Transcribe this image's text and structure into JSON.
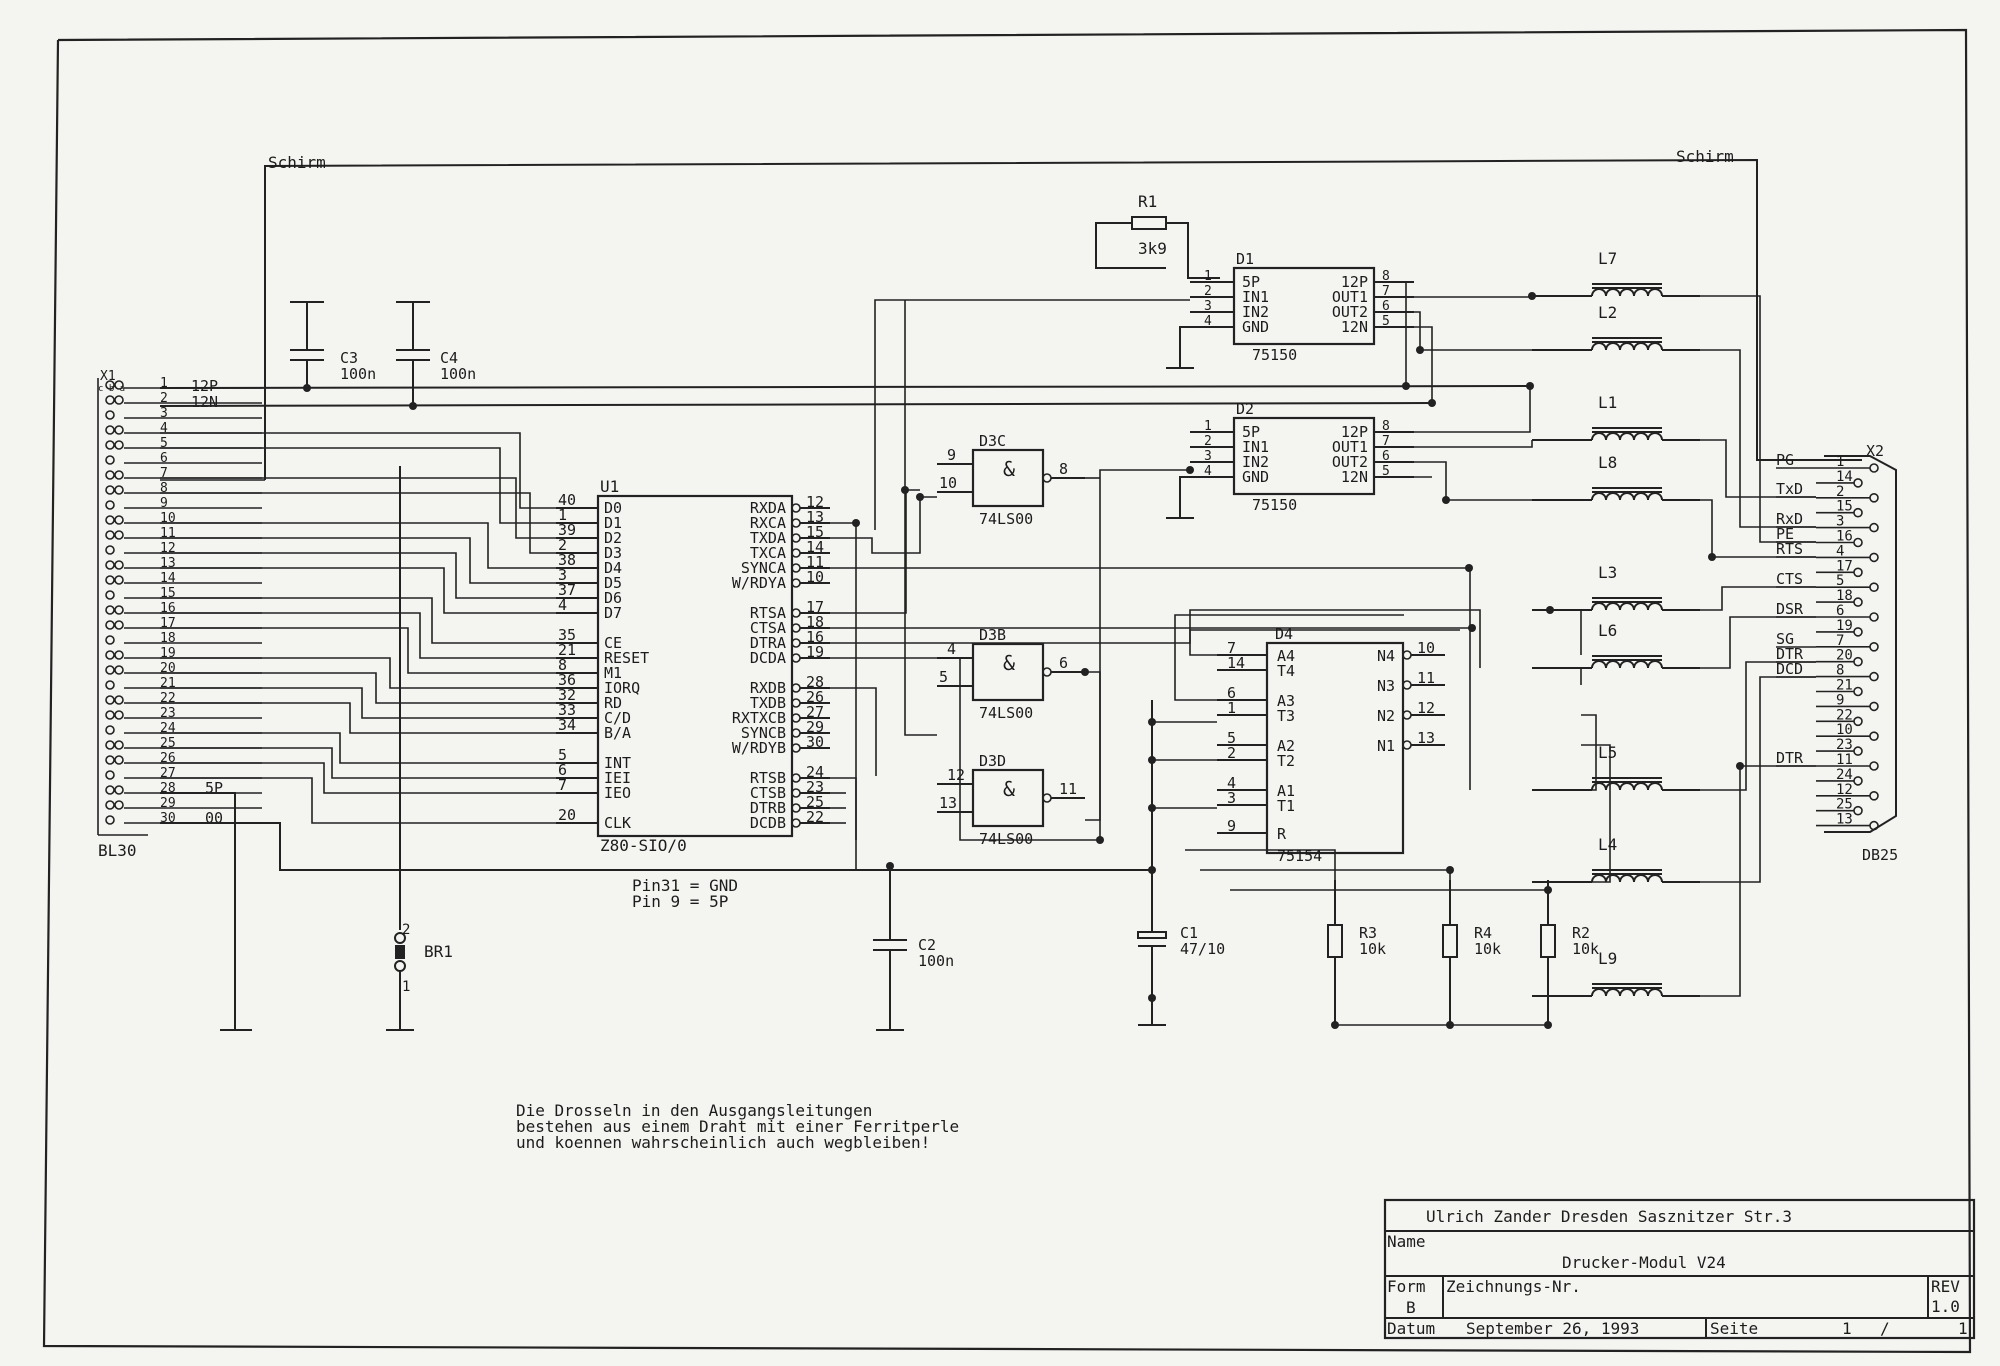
{
  "labels": {
    "shield_left": "Schirm",
    "shield_right": "Schirm",
    "x1_name": "X1",
    "x1_type": "BL30",
    "x1_abc": "c b a",
    "x2_name": "X2",
    "x2_type": "DB25",
    "net_12p": "12P",
    "net_12n": "12N",
    "net_5p": "5P",
    "net_00": "00"
  },
  "x1_pins": [
    "1",
    "2",
    "3",
    "4",
    "5",
    "6",
    "7",
    "8",
    "9",
    "10",
    "11",
    "12",
    "13",
    "14",
    "15",
    "16",
    "17",
    "18",
    "19",
    "20",
    "21",
    "22",
    "23",
    "24",
    "25",
    "26",
    "27",
    "28",
    "29",
    "30"
  ],
  "u1": {
    "ref": "U1",
    "part": "Z80-SIO/0",
    "left_pins": [
      {
        "num": "40",
        "name": "D0"
      },
      {
        "num": "1",
        "name": "D1"
      },
      {
        "num": "39",
        "name": "D2"
      },
      {
        "num": "2",
        "name": "D3"
      },
      {
        "num": "38",
        "name": "D4"
      },
      {
        "num": "3",
        "name": "D5"
      },
      {
        "num": "37",
        "name": "D6"
      },
      {
        "num": "4",
        "name": "D7"
      },
      {
        "num": "35",
        "name": "CE"
      },
      {
        "num": "21",
        "name": "RESET"
      },
      {
        "num": "8",
        "name": "M1"
      },
      {
        "num": "36",
        "name": "IORQ"
      },
      {
        "num": "32",
        "name": "RD"
      },
      {
        "num": "33",
        "name": "C/D"
      },
      {
        "num": "34",
        "name": "B/A"
      },
      {
        "num": "5",
        "name": "INT"
      },
      {
        "num": "6",
        "name": "IEI"
      },
      {
        "num": "7",
        "name": "IEO"
      },
      {
        "num": "20",
        "name": "CLK"
      }
    ],
    "right_pins": [
      {
        "num": "12",
        "name": "RXDA"
      },
      {
        "num": "13",
        "name": "RXCA"
      },
      {
        "num": "15",
        "name": "TXDA"
      },
      {
        "num": "14",
        "name": "TXCA"
      },
      {
        "num": "11",
        "name": "SYNCA"
      },
      {
        "num": "10",
        "name": "W/RDYA"
      },
      {
        "num": "17",
        "name": "RTSA"
      },
      {
        "num": "18",
        "name": "CTSA"
      },
      {
        "num": "16",
        "name": "DTRA"
      },
      {
        "num": "19",
        "name": "DCDA"
      },
      {
        "num": "28",
        "name": "RXDB"
      },
      {
        "num": "26",
        "name": "TXDB"
      },
      {
        "num": "27",
        "name": "RXTXCB"
      },
      {
        "num": "29",
        "name": "SYNCB"
      },
      {
        "num": "30",
        "name": "W/RDYB"
      },
      {
        "num": "24",
        "name": "RTSB"
      },
      {
        "num": "23",
        "name": "CTSB"
      },
      {
        "num": "25",
        "name": "DTRB"
      },
      {
        "num": "22",
        "name": "DCDB"
      }
    ],
    "note1": "Pin31 = GND",
    "note2": "Pin 9 = 5P"
  },
  "nand_gates": [
    {
      "ref": "D3C",
      "in1": "9",
      "in2": "10",
      "out": "8",
      "part": "74LS00",
      "symbol": "&"
    },
    {
      "ref": "D3B",
      "in1": "4",
      "in2": "5",
      "out": "6",
      "part": "74LS00",
      "symbol": "&"
    },
    {
      "ref": "D3D",
      "in1": "12",
      "in2": "13",
      "out": "11",
      "part": "74LS00",
      "symbol": "&"
    }
  ],
  "drivers": [
    {
      "ref": "D1",
      "part": "75150",
      "left": [
        {
          "num": "1",
          "name": "5P"
        },
        {
          "num": "2",
          "name": "IN1"
        },
        {
          "num": "3",
          "name": "IN2"
        },
        {
          "num": "4",
          "name": "GND"
        }
      ],
      "right": [
        {
          "num": "8",
          "name": "12P"
        },
        {
          "num": "7",
          "name": "OUT1"
        },
        {
          "num": "6",
          "name": "OUT2"
        },
        {
          "num": "5",
          "name": "12N"
        }
      ]
    },
    {
      "ref": "D2",
      "part": "75150",
      "left": [
        {
          "num": "1",
          "name": "5P"
        },
        {
          "num": "2",
          "name": "IN1"
        },
        {
          "num": "3",
          "name": "IN2"
        },
        {
          "num": "4",
          "name": "GND"
        }
      ],
      "right": [
        {
          "num": "8",
          "name": "12P"
        },
        {
          "num": "7",
          "name": "OUT1"
        },
        {
          "num": "6",
          "name": "OUT2"
        },
        {
          "num": "5",
          "name": "12N"
        }
      ]
    }
  ],
  "receiver": {
    "ref": "D4",
    "part": "75154",
    "left": [
      {
        "num": "7",
        "name": "A4"
      },
      {
        "num": "14",
        "name": "T4"
      },
      {
        "num": "6",
        "name": "A3"
      },
      {
        "num": "1",
        "name": "T3"
      },
      {
        "num": "5",
        "name": "A2"
      },
      {
        "num": "2",
        "name": "T2"
      },
      {
        "num": "4",
        "name": "A1"
      },
      {
        "num": "3",
        "name": "T1"
      },
      {
        "num": "9",
        "name": "R"
      }
    ],
    "right": [
      {
        "num": "10",
        "name": "N4"
      },
      {
        "num": "11",
        "name": "N3"
      },
      {
        "num": "12",
        "name": "N2"
      },
      {
        "num": "13",
        "name": "N1"
      }
    ]
  },
  "resistors": [
    {
      "ref": "R1",
      "value": "3k9"
    },
    {
      "ref": "R3",
      "value": "10k"
    },
    {
      "ref": "R4",
      "value": "10k"
    },
    {
      "ref": "R2",
      "value": "10k"
    }
  ],
  "capacitors": [
    {
      "ref": "C3",
      "value": "100n"
    },
    {
      "ref": "C4",
      "value": "100n"
    },
    {
      "ref": "C2",
      "value": "100n"
    },
    {
      "ref": "C1",
      "value": "47/10"
    }
  ],
  "inductors": [
    "L7",
    "L2",
    "L1",
    "L8",
    "L3",
    "L6",
    "L5",
    "L4",
    "L9"
  ],
  "bridge": {
    "ref": "BR1",
    "pin_top": "2",
    "pin_bottom": "1"
  },
  "x2_pins": [
    "1",
    "14",
    "2",
    "15",
    "3",
    "16",
    "4",
    "17",
    "5",
    "18",
    "6",
    "19",
    "7",
    "20",
    "8",
    "21",
    "9",
    "22",
    "10",
    "23",
    "11",
    "24",
    "12",
    "25",
    "13"
  ],
  "x2_signals": [
    {
      "name": "PG",
      "pin": "1"
    },
    {
      "name": "TxD",
      "pin": "2"
    },
    {
      "name": "RxD",
      "pin": "3"
    },
    {
      "name": "PE",
      "pin": "16"
    },
    {
      "name": "RTS",
      "pin": "4"
    },
    {
      "name": "CTS",
      "pin": "5"
    },
    {
      "name": "DSR",
      "pin": "6"
    },
    {
      "name": "SG",
      "pin": "7"
    },
    {
      "name": "DTR",
      "pin": "20"
    },
    {
      "name": "DCD",
      "pin": "8"
    },
    {
      "name": "DTR",
      "pin": "11"
    }
  ],
  "note": [
    "Die Drosseln in den Ausgangsleitungen",
    "bestehen aus einem Draht mit einer Ferritperle",
    "und koennen wahrscheinlich auch wegbleiben!"
  ],
  "title_block": {
    "author": "Ulrich Zander Dresden Sasznitzer Str.3",
    "name_label": "Name",
    "title": "Drucker-Modul V24",
    "form_label": "Form",
    "form_value": "B",
    "drawing_no_label": "Zeichnungs-Nr.",
    "rev_label": "REV",
    "rev_value": "1.0",
    "date_label": "Datum",
    "date_value": "September 26, 1993",
    "page_label": "Seite",
    "page_value": "1",
    "page_sep": "/",
    "page_total": "1"
  }
}
